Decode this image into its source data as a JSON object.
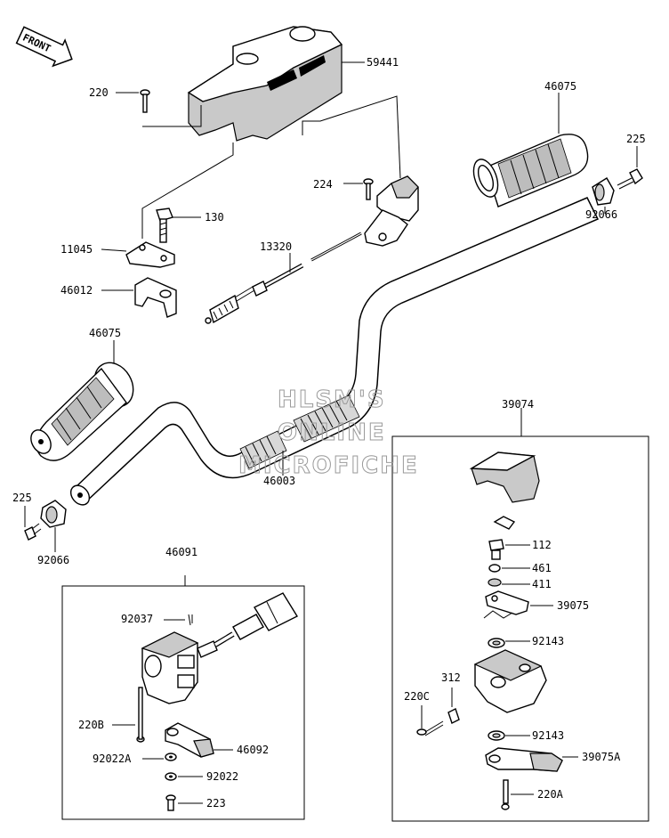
{
  "front_arrow": "FRONT",
  "watermark": [
    "HLSM'S",
    "ONLINE",
    "MICROFICHE"
  ],
  "labels": {
    "p59441": "59441",
    "p220": "220",
    "p46075_top": "46075",
    "p225_top": "225",
    "p224": "224",
    "p130": "130",
    "p11045": "11045",
    "p13320": "13320",
    "p92066_top": "92066",
    "p46012": "46012",
    "p46075_left": "46075",
    "p39074": "39074",
    "p225_left": "225",
    "p46003": "46003",
    "p92066_left": "92066",
    "p112": "112",
    "p461": "461",
    "p411": "411",
    "p46091": "46091",
    "p39075": "39075",
    "p92037": "92037",
    "p92143_a": "92143",
    "p312": "312",
    "p220C": "220C",
    "p220B": "220B",
    "p46092": "46092",
    "p92143_b": "92143",
    "p92022A": "92022A",
    "p39075A": "39075A",
    "p92022": "92022",
    "p223": "223",
    "p220A": "220A"
  }
}
